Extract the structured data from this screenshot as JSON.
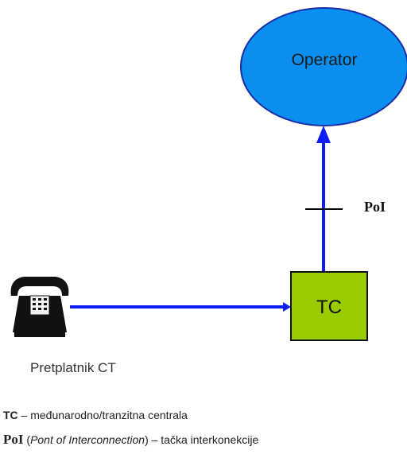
{
  "nodes": {
    "operator": {
      "label": "Operator",
      "fill": "#0a8ff0",
      "stroke": "#1a2ea8"
    },
    "tc": {
      "label": "TC",
      "fill": "#9acd00",
      "stroke": "#111111"
    },
    "subscriber": {
      "label": "Pretplatnik CT",
      "icon": "telephone-icon"
    }
  },
  "links": {
    "color": "#0c1ef5",
    "poi_label": "PoI"
  },
  "legend": [
    {
      "abbr": "TC",
      "text": " – međunarodno/tranzitna centrala"
    },
    {
      "abbr": "PoI",
      "open": " (",
      "italic": "Pont of Interconnection",
      "close": ") – tačka interkonekcije"
    }
  ]
}
